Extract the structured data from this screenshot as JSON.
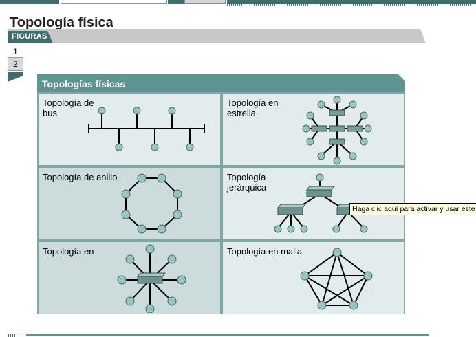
{
  "header": {
    "page_title": "Topología física",
    "figures_tab": "FIGURAS"
  },
  "pagination": {
    "pages": [
      "1",
      "2"
    ],
    "current": "2"
  },
  "panel": {
    "title": "Topologías físicas",
    "cells": [
      {
        "label_lines": [
          "Topología de",
          "bus"
        ],
        "diagram": "bus"
      },
      {
        "label_lines": [
          "Topología en",
          "estrella"
        ],
        "diagram": "extended-star"
      },
      {
        "label_lines": [
          "Topología de anillo"
        ],
        "diagram": "ring"
      },
      {
        "label_lines": [
          "Topología",
          "jerárquica"
        ],
        "diagram": "hierarchical"
      },
      {
        "label_lines": [
          "Topología en"
        ],
        "diagram": "star"
      },
      {
        "label_lines": [
          "Topología en malla"
        ],
        "diagram": "mesh"
      }
    ]
  },
  "tooltip": {
    "text": "Haga clic aquí para activar y usar este"
  },
  "colors": {
    "accent": "#3f6d6b",
    "panel_header": "#5e9593",
    "node_fill": "#9cc3c1",
    "cell_light": "#e3ecec",
    "cell_dark": "#ccdcdc"
  },
  "icons": [
    "hub-icon",
    "switch-icon",
    "host-node-icon"
  ]
}
